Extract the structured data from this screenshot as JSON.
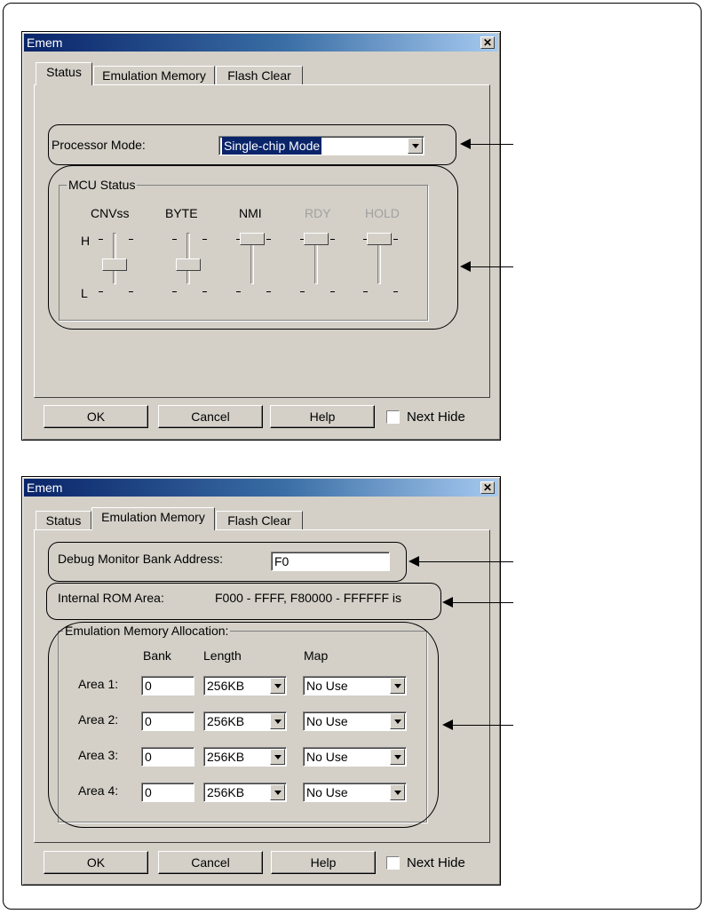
{
  "dialog1": {
    "title": "Emem",
    "close_glyph": "✕",
    "tabs": [
      "Status",
      "Emulation Memory",
      "Flash Clear"
    ],
    "active_tab": 0,
    "processor_mode_label": "Processor Mode:",
    "processor_mode_value": "Single-chip Mode",
    "mcu_status_title": "MCU Status",
    "h_label": "H",
    "l_label": "L",
    "sliders": [
      {
        "label": "CNVss",
        "state": "L",
        "enabled": true
      },
      {
        "label": "BYTE",
        "state": "L",
        "enabled": true
      },
      {
        "label": "NMI",
        "state": "H",
        "enabled": true
      },
      {
        "label": "RDY",
        "state": "H",
        "enabled": false
      },
      {
        "label": "HOLD",
        "state": "H",
        "enabled": false
      }
    ],
    "buttons": {
      "ok": "OK",
      "cancel": "Cancel",
      "help": "Help"
    },
    "next_hide_label": "Next Hide",
    "next_hide_checked": false
  },
  "dialog2": {
    "title": "Emem",
    "close_glyph": "✕",
    "tabs": [
      "Status",
      "Emulation Memory",
      "Flash Clear"
    ],
    "active_tab": 1,
    "debug_monitor_label": "Debug Monitor Bank Address:",
    "debug_monitor_value": "F0",
    "internal_rom_label": "Internal ROM Area:",
    "internal_rom_value": "F000 - FFFF, F80000 - FFFFFF is",
    "alloc_title": "Emulation Memory Allocation:",
    "columns": [
      "Bank",
      "Length",
      "Map"
    ],
    "areas": [
      {
        "label": "Area 1:",
        "bank": "0",
        "length": "256KB",
        "map": "No Use"
      },
      {
        "label": "Area 2:",
        "bank": "0",
        "length": "256KB",
        "map": "No Use"
      },
      {
        "label": "Area 3:",
        "bank": "0",
        "length": "256KB",
        "map": "No Use"
      },
      {
        "label": "Area 4:",
        "bank": "0",
        "length": "256KB",
        "map": "No Use"
      }
    ],
    "buttons": {
      "ok": "OK",
      "cancel": "Cancel",
      "help": "Help"
    },
    "next_hide_label": "Next Hide",
    "next_hide_checked": false
  }
}
